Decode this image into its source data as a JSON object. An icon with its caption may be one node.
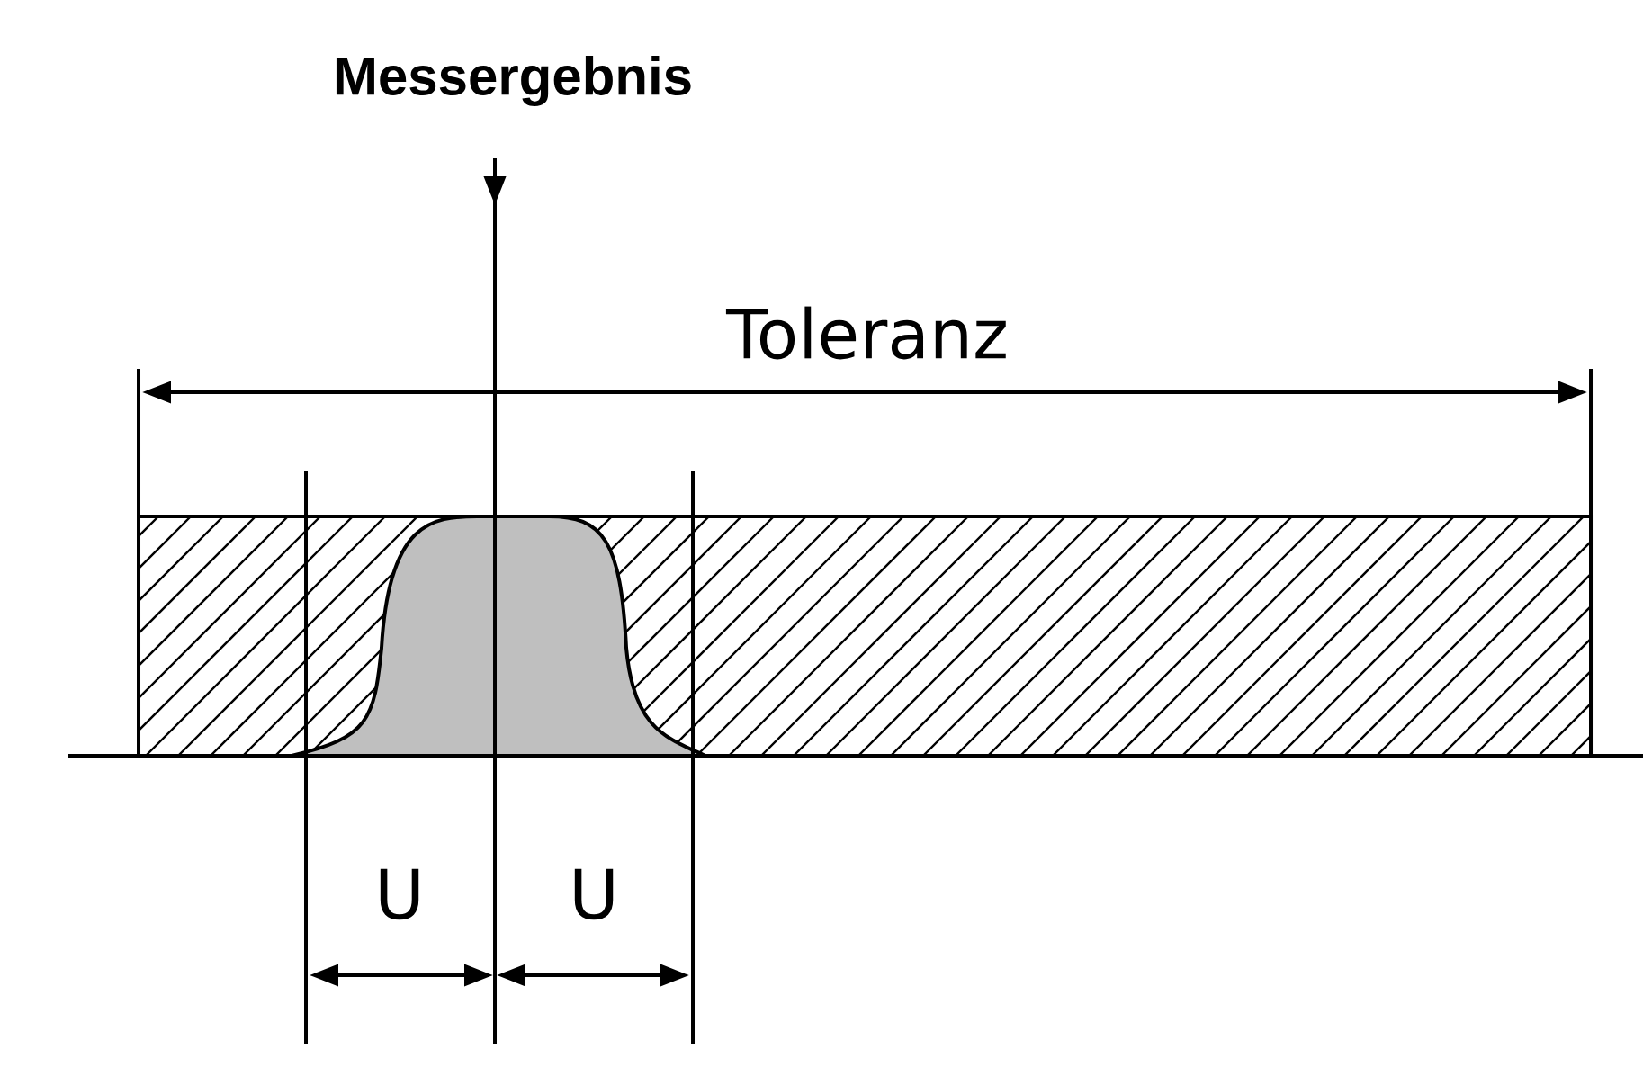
{
  "diagram": {
    "labels": [
      "Messergebnis",
      "Toleranz",
      "U",
      "U"
    ]
  }
}
